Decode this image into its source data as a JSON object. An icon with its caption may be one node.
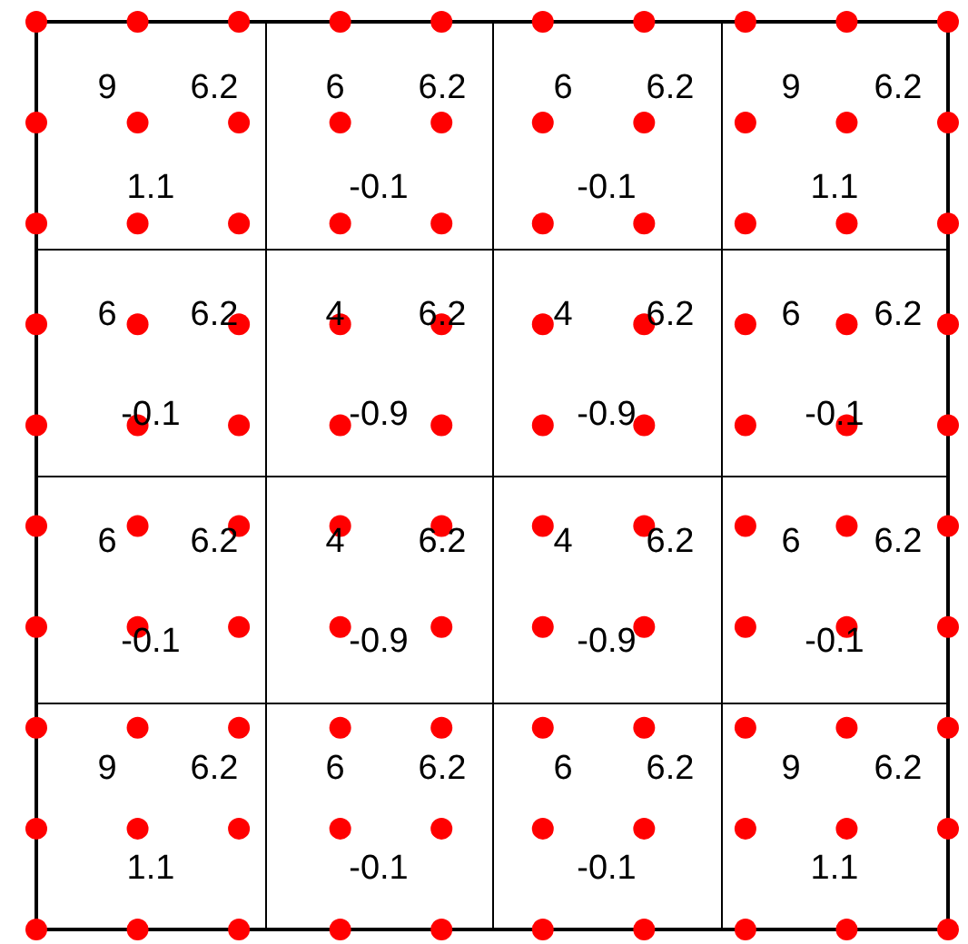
{
  "diagram": {
    "nodes": [
      {
        "text": [
          "9",
          "6.2",
          "1.1"
        ]
      },
      {
        "text": [
          "6",
          "6.2",
          "-0.1"
        ]
      },
      {
        "text": [
          "6",
          "6.2",
          "-0.1"
        ]
      },
      {
        "text": [
          "9",
          "6.2",
          "1.1"
        ]
      },
      {
        "text": [
          "6",
          "6.2",
          "-0.1"
        ]
      },
      {
        "text": [
          "4",
          "6.2",
          "-0.9"
        ]
      },
      {
        "text": [
          "4",
          "6.2",
          "-0.9"
        ]
      },
      {
        "text": [
          "6",
          "6.2",
          "-0.1"
        ]
      },
      {
        "text": [
          "6",
          "6.2",
          "-0.1"
        ]
      },
      {
        "text": [
          "4",
          "6.2",
          "-0.9"
        ]
      },
      {
        "text": [
          "4",
          "6.2",
          "-0.9"
        ]
      },
      {
        "text": [
          "6",
          "6.2",
          "-0.1"
        ]
      },
      {
        "text": [
          "9",
          "6.2",
          "1.1"
        ]
      },
      {
        "text": [
          "6",
          "6.2",
          "-0.1"
        ]
      },
      {
        "text": [
          "6",
          "6.2",
          "-0.1"
        ]
      },
      {
        "text": [
          "9",
          "6.2",
          "1.1"
        ]
      }
    ]
  }
}
